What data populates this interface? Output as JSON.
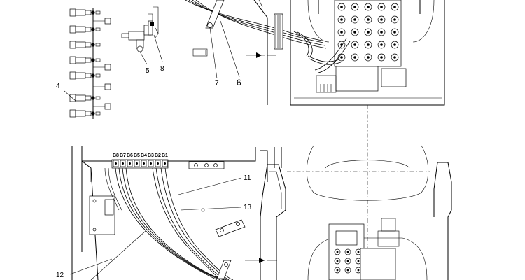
{
  "callouts": [
    {
      "id": "c4",
      "text": "4"
    },
    {
      "id": "c5",
      "text": "5"
    },
    {
      "id": "c8",
      "text": "8"
    },
    {
      "id": "c7",
      "text": "7"
    },
    {
      "id": "c6",
      "text": "6"
    },
    {
      "id": "c11",
      "text": "11"
    },
    {
      "id": "c13",
      "text": "13"
    },
    {
      "id": "c12",
      "text": "12"
    }
  ],
  "port_labels": [
    "B8",
    "B7",
    "B6",
    "B5",
    "B4",
    "B3",
    "B2",
    "B1"
  ],
  "colors": {
    "line": "#000000",
    "background": "#ffffff"
  }
}
